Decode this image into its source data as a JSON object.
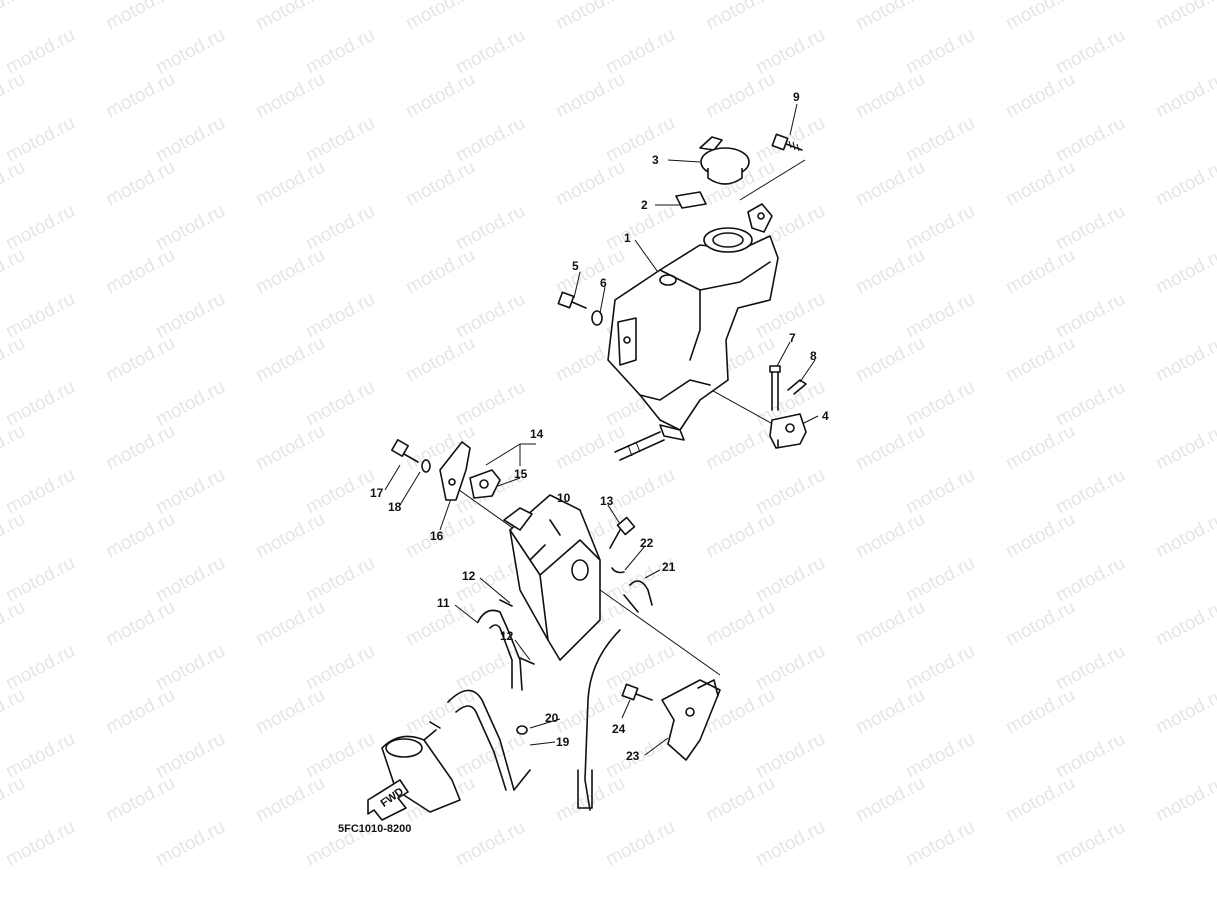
{
  "diagram": {
    "watermark": "motod.ru",
    "code": "5FC1010-8200",
    "fwd_label": "FWD",
    "callouts": [
      "1",
      "2",
      "3",
      "4",
      "5",
      "6",
      "7",
      "8",
      "9",
      "10",
      "11",
      "12",
      "12",
      "13",
      "14",
      "15",
      "16",
      "17",
      "18",
      "19",
      "20",
      "21",
      "22",
      "23",
      "24"
    ]
  }
}
